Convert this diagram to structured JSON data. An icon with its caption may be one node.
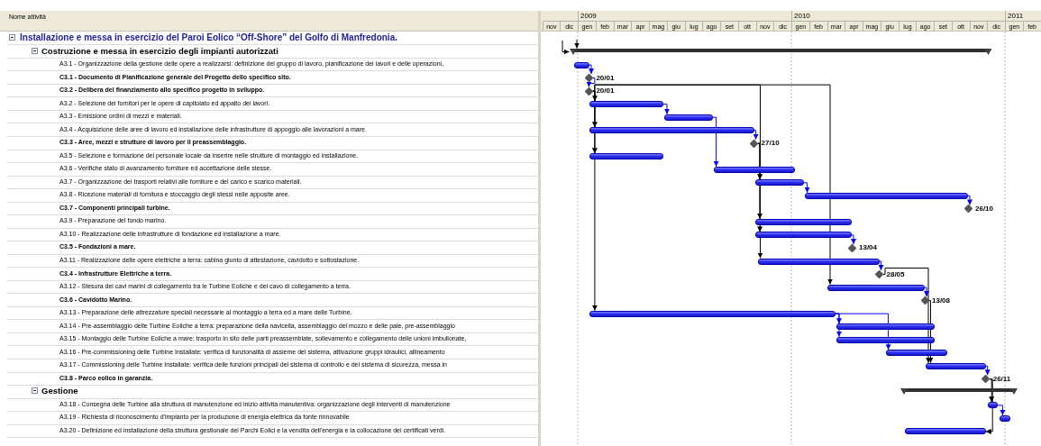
{
  "diagram": {
    "nodes": [
      {
        "text": [],
        "shape": "bar"
      },
      {
        "text": [],
        "shape": "bar"
      },
      {
        "text": [],
        "shape": "diamond",
        "beside": [
          "20/01"
        ]
      },
      {
        "text": [],
        "shape": "diamond",
        "beside": [
          "20/01"
        ]
      },
      {
        "text": [],
        "shape": "bar"
      },
      {
        "text": [],
        "shape": "bar"
      },
      {
        "text": [],
        "shape": "bar"
      },
      {
        "text": [],
        "shape": "diamond",
        "beside": [
          "27/10"
        ]
      },
      {
        "text": [],
        "shape": "bar"
      },
      {
        "text": [],
        "shape": "bar"
      },
      {
        "text": [],
        "shape": "bar"
      },
      {
        "text": [],
        "shape": "bar"
      },
      {
        "text": [],
        "shape": "diamond",
        "beside": [
          "26/10"
        ]
      },
      {
        "text": [],
        "shape": "bar"
      },
      {
        "text": [],
        "shape": "bar"
      },
      {
        "text": [],
        "shape": "diamond",
        "beside": [
          "13/04"
        ]
      },
      {
        "text": [],
        "shape": "bar"
      },
      {
        "text": [],
        "shape": "diamond",
        "beside": [
          "28/05"
        ]
      },
      {
        "text": [],
        "shape": "bar"
      },
      {
        "text": [],
        "shape": "diamond",
        "beside": [
          "13/08"
        ]
      },
      {
        "text": [],
        "shape": "bar"
      },
      {
        "text": [],
        "shape": "bar"
      },
      {
        "text": [],
        "shape": "bar"
      },
      {
        "text": [],
        "shape": "bar"
      },
      {
        "text": [],
        "shape": "bar"
      },
      {
        "text": [],
        "shape": "diamond",
        "beside": [
          "26/11"
        ]
      },
      {
        "text": [],
        "shape": "bar"
      },
      {
        "text": [],
        "shape": "bar"
      },
      {
        "text": [],
        "shape": "bar"
      },
      {
        "text": [],
        "shape": "bar"
      }
    ],
    "edges": [
      {
        "from": null,
        "to": 0,
        "arrow": "to"
      },
      {
        "from": null,
        "to": 0,
        "arrow": "to"
      },
      {
        "from": 1,
        "to": 2,
        "arrow": "to",
        "color": "#0000ff"
      },
      {
        "from": 2,
        "to": 3,
        "arrow": "to",
        "color": "#0000ff"
      },
      {
        "from": 3,
        "to": 4,
        "arrow": "to"
      },
      {
        "from": 3,
        "to": 6,
        "arrow": "to"
      },
      {
        "from": 3,
        "to": 8,
        "arrow": "to"
      },
      {
        "from": 3,
        "to": 20,
        "arrow": "to"
      },
      {
        "from": 3,
        "to": 16,
        "arrow": "to"
      },
      {
        "from": 3,
        "to": 18,
        "arrow": "to"
      },
      {
        "from": 4,
        "to": 5,
        "arrow": "to",
        "color": "#0000ff"
      },
      {
        "from": 5,
        "to": 9,
        "arrow": "to",
        "color": "#0000ff"
      },
      {
        "from": 6,
        "to": 7,
        "arrow": "to",
        "color": "#0000ff"
      },
      {
        "from": 7,
        "to": 10,
        "arrow": "to"
      },
      {
        "from": 7,
        "to": 13,
        "arrow": "to"
      },
      {
        "from": 7,
        "to": 14,
        "arrow": "to"
      },
      {
        "from": 10,
        "to": 11,
        "arrow": "to",
        "color": "#0000ff"
      },
      {
        "from": 11,
        "to": 12,
        "arrow": "to",
        "color": "#0000ff"
      },
      {
        "from": 14,
        "to": 15,
        "arrow": "to",
        "color": "#0000ff"
      },
      {
        "from": 16,
        "to": 17,
        "arrow": "to",
        "color": "#0000ff"
      },
      {
        "from": 17,
        "to": 24,
        "arrow": "to"
      },
      {
        "from": 18,
        "to": 19,
        "arrow": "to",
        "color": "#0000ff"
      },
      {
        "from": 19,
        "to": 24,
        "arrow": "to"
      },
      {
        "from": 20,
        "to": 21,
        "arrow": "to",
        "color": "#0000ff"
      },
      {
        "from": 20,
        "to": 22,
        "arrow": "to",
        "color": "#0000ff"
      },
      {
        "from": 20,
        "to": 23,
        "arrow": "to",
        "color": "#0000ff"
      },
      {
        "from": 24,
        "to": 25,
        "arrow": "to",
        "color": "#0000ff"
      },
      {
        "from": 25,
        "to": 27,
        "arrow": "to"
      },
      {
        "from": 25,
        "to": 29,
        "arrow": "to"
      },
      {
        "from": 27,
        "to": 28,
        "arrow": "to",
        "color": "#0000ff"
      }
    ],
    "labels": [
      "Nome attività",
      "2009",
      "2010",
      "2011",
      "nov",
      "dic",
      "gen",
      "feb",
      "mar",
      "apr",
      "mag",
      "giu",
      "lug",
      "ago",
      "set",
      "ott",
      "nov",
      "dic",
      "gen",
      "feb",
      "mar",
      "apr",
      "mag",
      "giu",
      "lug",
      "ago",
      "set",
      "ott",
      "nov",
      "dic",
      "gen",
      "feb",
      "Installazione e messa in esercizio del Paroi Eolico “Off-Shore” del Golfo di Manfredonia.",
      "Costruzione e messa in esercizio degli impianti autorizzati",
      "A3.1 - Organizzazione della gestione delle opere a realizzarsi: definizione del gruppo di lavoro, pianificazione dei lavori e delle operazioni,",
      "C3.1 - Documento di Pianificazione generale del Progetto dello specifico sito.",
      "C3.2 - Delibera del finanziamento allo specifico progetto in sviluppo.",
      "A3.2 - Selezione dei fornitori per le opere di capitolato ed appalto dei lavori.",
      "A3.3 - Emissione ordini di mezzi e materiali.",
      "A3.4 - Acquisizione delle aree di lavoro ed installazione delle infrastrutture di appoggio alle lavorazioni a mare.",
      "C3.3 - Aree, mezzi e strutture di lavoro per il preassemblaggio.",
      "A3.5 - Selezione e formazione del personale locale da inserire nelle strutture di montaggio ed installazione.",
      "A3.6 - Verifiche stato di avanzamento forniture ed accettazione delle stesse.",
      "A3.7 - Organizzazione dei trasporti relativi alle forniture e del carico e scarico materiali.",
      "A3.8 - Ricezione materiali di fornitura e stoccaggio degli stessi nelle apposite aree.",
      "C3.7 - Componenti principali turbine.",
      "A3.9 - Preparazione del fondo marino.",
      "A3.10 - Realizzazione delle infrastrutture di fondazione ed installazione a mare.",
      "C3.5 - Fondazioni a mare.",
      "A3.11 - Realizzazione delle opere elettriche a terra: cabina giunto di attestazione, cavidotto e sottostazione.",
      "C3.4 - Infrastrutture Elettriche a terra.",
      "A3.12 - Stesura dei cavi marini di collegamento tra le Turbine Eoliche e del cavo di collegamento a terra.",
      "C3.6 - Cavidotto Marino.",
      "A3.13 - Preparazione delle attrezzature speciali necessarie al montaggio a terra ed a mare delle Turbine.",
      "A3.14 - Pre-assemblaggio delle Turbine Eoliche a terra: preparazione della navicella, assemblaggio del mozzo e delle pale, pre-assemblaggio",
      "A3.15 - Montaggio delle Turbine Eoliche a mare: trasporto in sito delle parti preassemblate, sollevamento e collegamento delle unioni imbullonate,",
      "A3.16 - Pre-commissioning delle Turbine Installate: verifica di funzionalità di assieme del sistema, attivazione gruppi idraulici, allineamento",
      "A3.17 - Commissioning delle Turbine Installate: verifica delle funzioni principali del sistema di controllo e del sistema di sicurezza, messa in",
      "C3.8 - Parco eolico in garanzia.",
      "Gestione",
      "A3.18 - Consegna delle Turbine alla struttura di manutenzione ed inizio attività manutentiva: organizzazione degli interventi di manutenzione",
      "A3.19 - Richiesta di riconoscimento d'impianto per la produzione di energia elettrica da fonte rinnovabile",
      "A3.20 - Definizione ed installazione della struttura gestionale dei Parchi Eolici e la vendita dell'energia e la collocazione dei certificati verdi."
    ]
  }
}
